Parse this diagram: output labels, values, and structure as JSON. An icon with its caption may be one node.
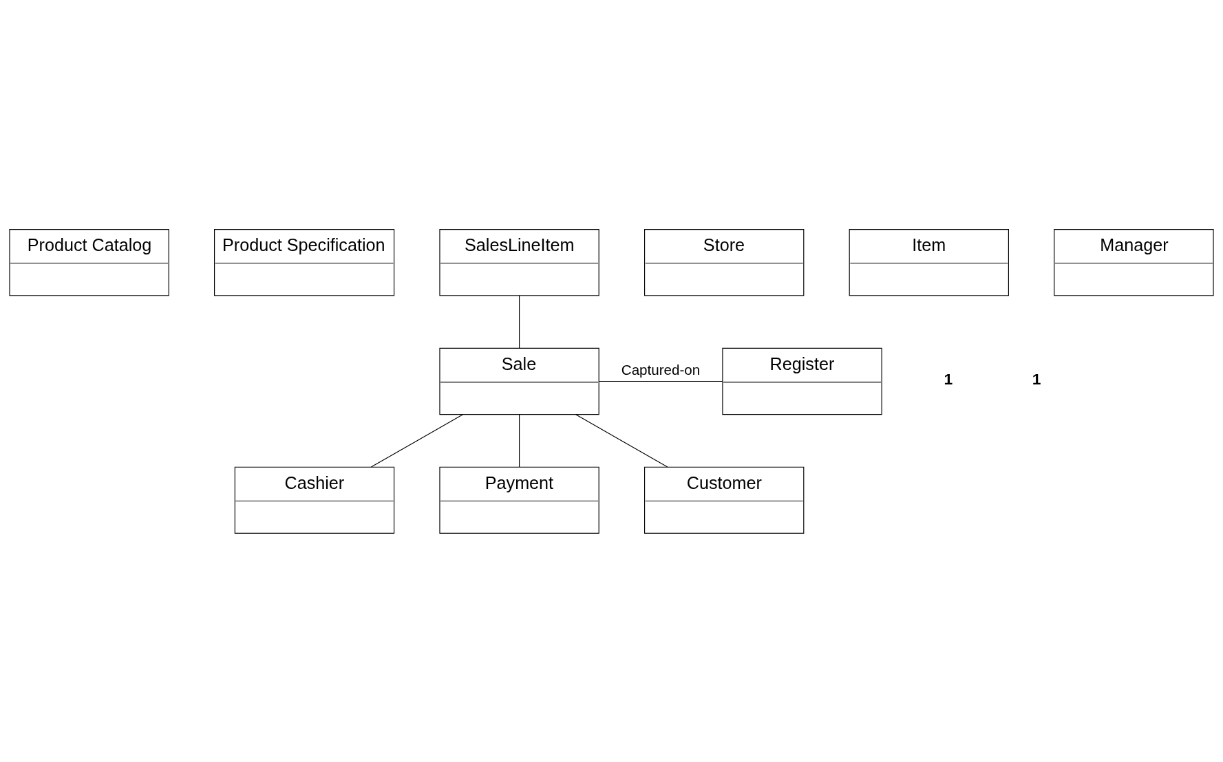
{
  "diagram": {
    "nodes": [
      {
        "text": [
          "Product Catalog"
        ]
      },
      {
        "text": [
          "Product Specification"
        ]
      },
      {
        "text": [
          "SalesLineItem"
        ]
      },
      {
        "text": [
          "Store"
        ]
      },
      {
        "text": [
          "Item"
        ]
      },
      {
        "text": [
          "Sale"
        ]
      },
      {
        "text": [
          "Register"
        ]
      },
      {
        "text": [
          "Manager"
        ]
      },
      {
        "text": [
          "Cashier"
        ]
      },
      {
        "text": [
          "Payment"
        ]
      },
      {
        "text": [
          "Customer"
        ]
      }
    ],
    "edges": [
      {
        "from": 2,
        "to": 5,
        "arrow": "none"
      },
      {
        "from": 5,
        "to": 6,
        "arrow": "none",
        "label": "Captured-on"
      },
      {
        "from": 5,
        "to": 8,
        "arrow": "none"
      },
      {
        "from": 5,
        "to": 9,
        "arrow": "none"
      },
      {
        "from": 5,
        "to": 10,
        "arrow": "none"
      }
    ],
    "labels": [
      "1",
      "1"
    ]
  }
}
